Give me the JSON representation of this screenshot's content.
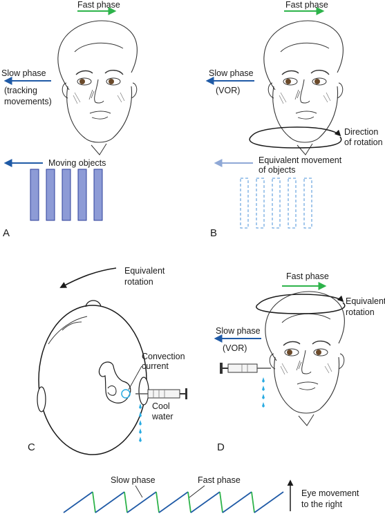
{
  "panels": {
    "A": {
      "letter": "A",
      "fast_phase": "Fast phase",
      "slow_phase": "Slow phase",
      "slow_sub_1": "(tracking",
      "slow_sub_2": "movements)",
      "objects": "Moving objects"
    },
    "B": {
      "letter": "B",
      "fast_phase": "Fast phase",
      "slow_phase": "Slow phase",
      "slow_sub": "(VOR)",
      "rotation_1": "Direction",
      "rotation_2": "of rotation",
      "objects_1": "Equivalent movement",
      "objects_2": "of objects"
    },
    "C": {
      "letter": "C",
      "rotation_1": "Equivalent",
      "rotation_2": "rotation",
      "current_1": "Convection",
      "current_2": "current",
      "water_1": "Cool",
      "water_2": "water"
    },
    "D": {
      "letter": "D",
      "fast_phase": "Fast phase",
      "slow_phase": "Slow phase",
      "slow_sub": "(VOR)",
      "rotation_1": "Equivalent",
      "rotation_2": "rotation"
    },
    "trace": {
      "slow_phase": "Slow phase",
      "fast_phase": "Fast phase",
      "eye_1": "Eye movement",
      "eye_2": "to the right"
    }
  },
  "colors": {
    "fast_arrow": "#2db34a",
    "slow_arrow": "#1f5aa6",
    "faded_arrow": "#8fa8d6",
    "bar_fill": "#8d9bd6",
    "bar_stroke": "#2c3f9a",
    "dashed_bar": "#4a90d9",
    "water": "#29abe2",
    "trace_slow": "#1f5aa6",
    "trace_fast": "#2db34a"
  }
}
